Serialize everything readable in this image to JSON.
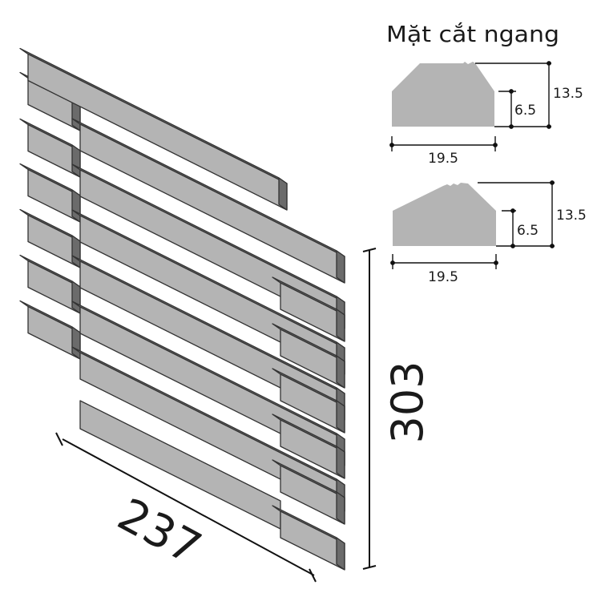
{
  "title": "Mặt cắt ngang",
  "main_dimensions": {
    "width": "237",
    "height": "303"
  },
  "section_a": {
    "width": "19.5",
    "total_height": "13.5",
    "side_height": "6.5",
    "profile": "bevelled"
  },
  "section_b": {
    "width": "19.5",
    "total_height": "13.5",
    "side_height": "6.5",
    "profile": "pitched"
  },
  "colors": {
    "front_face": "#b4b4b4",
    "top_face": "#8a8a8a",
    "end_face": "#6b6b6b",
    "edge": "#333333",
    "section_fill": "#b4b4b4",
    "dim_line": "#111111"
  }
}
